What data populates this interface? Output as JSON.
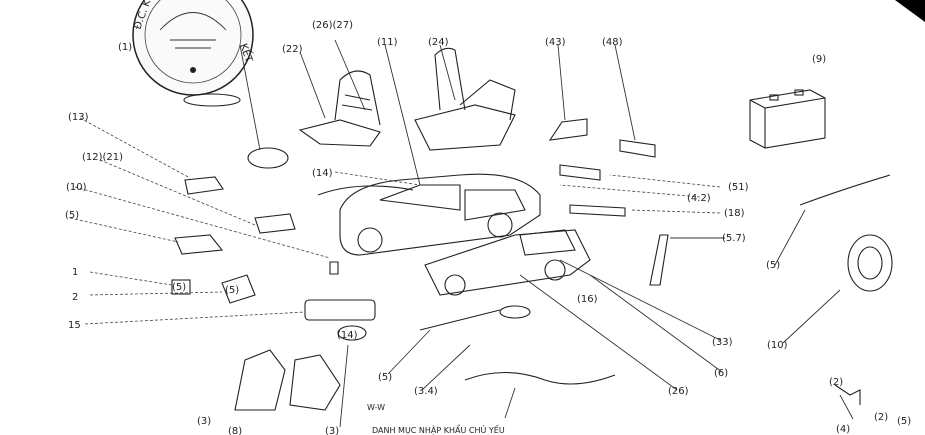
{
  "seal": {
    "text_top": "Đ.C. KHOA",
    "text_right": "KẾT"
  },
  "callouts": {
    "c01": "(1)",
    "c02": "(22)",
    "c03": "(26)(27)",
    "c04": "(11)",
    "c05": "(24)",
    "c06": "(43)",
    "c07": "(48)",
    "c08": "(9)",
    "c09": "(13)",
    "c10": "(10)",
    "c11": "(12)(21)",
    "c12": "(5)",
    "c13": "(5)",
    "c14": "(5)",
    "c15": "(14)",
    "c16": "(4.2)",
    "c17": "(51)",
    "c18": "(18)",
    "c19": "(5.7)",
    "c20": "(5)",
    "c21": "(16)",
    "c22": "(14)",
    "c23": "(33)",
    "c24": "(6)",
    "c25": "(10)",
    "c26": "(5)",
    "c27": "(26)",
    "c28": "(3.4)",
    "c29": "(3)",
    "c30": "(3)",
    "c31": "(2)",
    "c32": "(2)",
    "c33": "(4)",
    "c34": "(5)",
    "c35": "(8)"
  },
  "left_numbers": {
    "n1": "1",
    "n2": "2",
    "n15": "15"
  },
  "footer": {
    "caption": "DANH MỤC NHẬP KHẨU CHỦ YẾU",
    "small_label": "W-W"
  }
}
